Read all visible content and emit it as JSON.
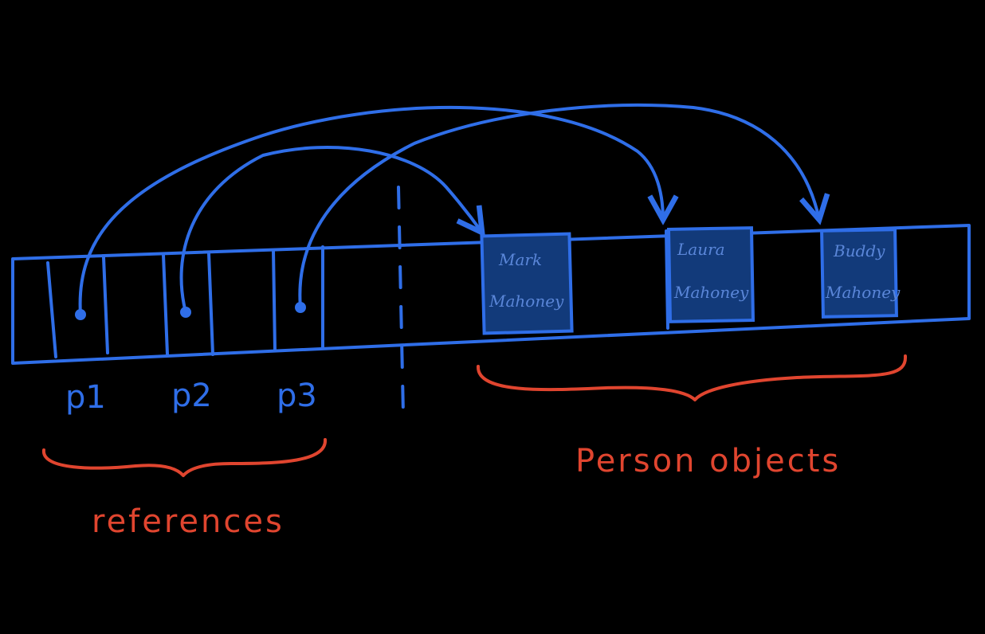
{
  "colors": {
    "background": "#000000",
    "memory_stroke": "#2f6ee8",
    "object_fill": "#123a7a",
    "annotation": "#e0452f"
  },
  "references": [
    {
      "label": "p1"
    },
    {
      "label": "p2"
    },
    {
      "label": "p3"
    }
  ],
  "objects": [
    {
      "line1": "Mark",
      "line2": "Mahoney"
    },
    {
      "line1": "Laura",
      "line2": "Mahoney"
    },
    {
      "line1": "Buddy",
      "line2": "Mahoney"
    }
  ],
  "annotations": {
    "references_label": "references",
    "objects_label": "Person objects"
  }
}
